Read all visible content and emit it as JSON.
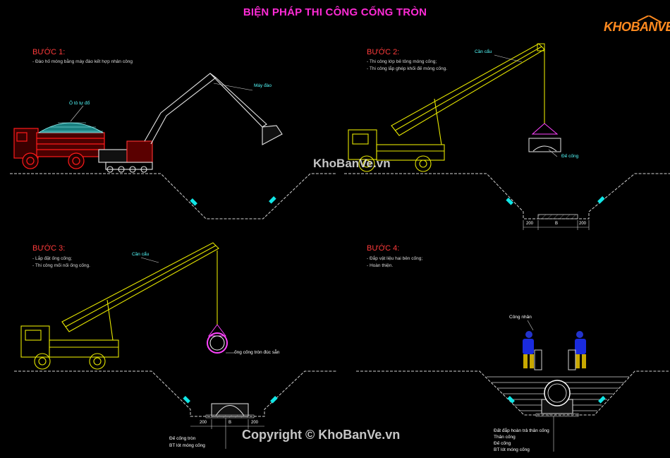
{
  "title": "BIỆN PHÁP THI CÔNG CỐNG TRÒN",
  "logo": {
    "text": "KHOBANVE"
  },
  "watermark_center": "KhoBanVe.vn",
  "copyright": "Copyright © KhoBanVe.vn",
  "steps": [
    {
      "heading": "BƯỚC 1:",
      "notes": [
        "- Đào hố móng bằng máy đào kết hợp nhân công"
      ],
      "labels": {
        "soil": "Ô tô tự đổ",
        "excavator": "Máy đào"
      }
    },
    {
      "heading": "BƯỚC 2:",
      "notes": [
        "- Thi công lớp bê tông móng cống;",
        "- Thi công lắp ghép khối đế móng cống."
      ],
      "labels": {
        "crane": "Cần cẩu",
        "base": "Đế cống"
      },
      "dims": [
        "200",
        "B",
        "200"
      ]
    },
    {
      "heading": "BƯỚC 3:",
      "notes": [
        "- Lắp đặt ống cống;",
        "- Thi công mối nối ống cống."
      ],
      "labels": {
        "crane": "Cần cẩu",
        "pipe": "ống cống tròn đúc sẵn",
        "base_pipe": "Đế cống tròn",
        "concrete": "BT lót móng cống"
      },
      "dims": [
        "200",
        "B",
        "200"
      ]
    },
    {
      "heading": "BƯỚC 4:",
      "notes": [
        "- Đắp vật liệu hai bên cống;",
        "- Hoàn thiện."
      ],
      "labels": {
        "worker": "Công nhân",
        "backfill": "Đất đắp hoàn trả thân cống",
        "body": "Thân cống",
        "base": "Đế cống",
        "concrete": "BT lót móng cống"
      }
    }
  ],
  "colors": {
    "title": "#ff2bd6",
    "step": "#ff3b3b",
    "crane": "#e6e600",
    "truck": "#ff1a1a",
    "label": "#55ffff",
    "ground": "#cfcfcf"
  }
}
